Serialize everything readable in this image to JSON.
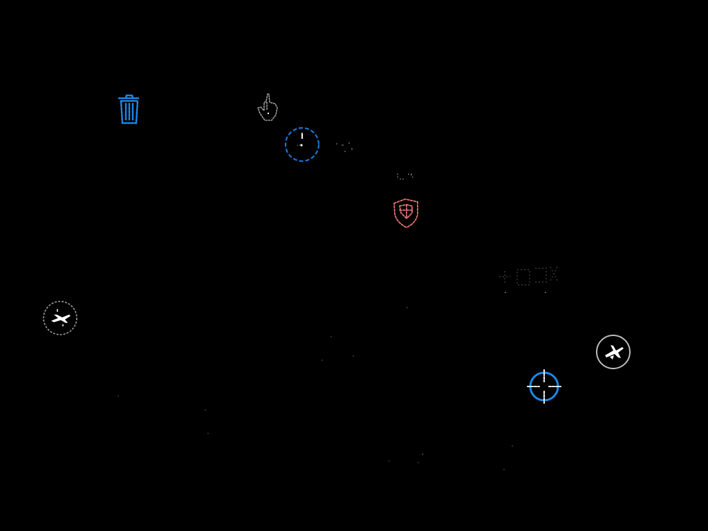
{
  "scene": {
    "background": "#000000"
  },
  "entities": [
    {
      "name": "blue-trash-icon",
      "icon": "trash-can",
      "color": "#1e88e5"
    },
    {
      "name": "grey-hand-icon",
      "icon": "pointing-hand",
      "color": "#9e9e9e"
    },
    {
      "name": "blue-clock-icon",
      "icon": "clock",
      "color": "#1976d2"
    },
    {
      "name": "faint-dots-icon",
      "icon": "dots",
      "color": "#5a5a5a"
    },
    {
      "name": "red-shield-icon",
      "icon": "shield",
      "color": "#e57373"
    },
    {
      "name": "faint-glyph-cluster-icon",
      "icon": "glyph-cluster",
      "color": "#3c3c3c"
    },
    {
      "name": "grey-jet-circle-icon",
      "icon": "jet-in-circle",
      "color": "#bdbdbd"
    },
    {
      "name": "white-jet-circle-icon",
      "icon": "jet-in-circle",
      "color": "#ffffff"
    },
    {
      "name": "blue-crosshair-icon",
      "icon": "crosshair",
      "color": "#1e88e5"
    }
  ]
}
